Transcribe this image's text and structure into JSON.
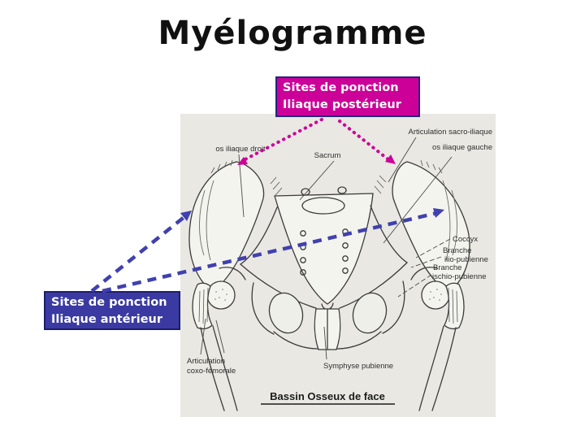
{
  "slide": {
    "title": "Myélogramme"
  },
  "callouts": {
    "posterior": {
      "line1": "Sites de ponction",
      "line2": "Iliaque postérieur",
      "arrow_style": "dotted"
    },
    "anterior": {
      "line1": "Sites de ponction",
      "line2": "Iliaque antérieur",
      "arrow_style": "dashed"
    }
  },
  "diagram": {
    "caption": "Bassin Osseux de face",
    "labels": {
      "os_iliaque_droit": "os iliaque droit",
      "sacrum": "Sacrum",
      "articulation_sacro_iliaque": "Articulation sacro-iliaque",
      "os_iliaque_gauche": "os iliaque gauche",
      "coccyx": "Coccyx",
      "branche_ilio_1": "Branche",
      "branche_ilio_2": "ilio-pubienne",
      "branche_ischio_1": "Branche",
      "branche_ischio_2": "ischio-pubienne",
      "articulation_coxo_1": "Articulation",
      "articulation_coxo_2": "coxo-fémorale",
      "symphyse": "Symphyse pubienne"
    }
  },
  "colors": {
    "slide_background": "#ffffff",
    "title_text": "#111111",
    "scan_background": "#e9e8e2",
    "line_art": "#3b3b3b",
    "label_text": "#2f2f2f",
    "magenta_accent": "#cc0099",
    "magenta_border": "#252582",
    "blue_fill": "#3a3aa2",
    "blue_border": "#1d1d6e",
    "blue_accent": "#4040b0",
    "callout_text": "#ffffff"
  }
}
